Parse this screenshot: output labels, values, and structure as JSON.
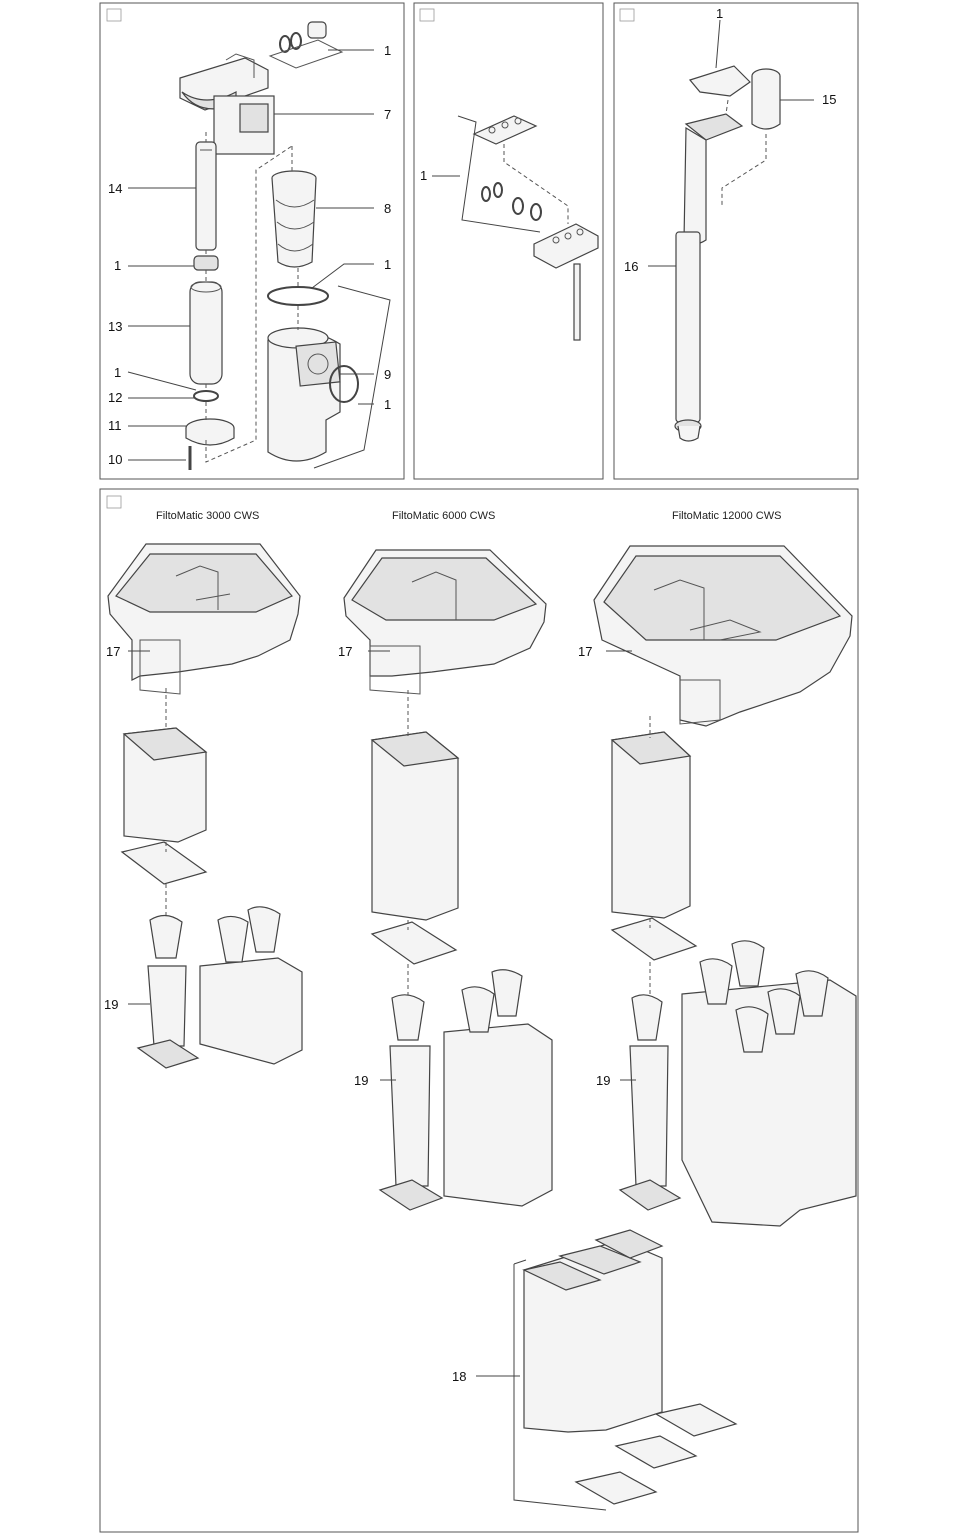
{
  "models": [
    {
      "title": "FiltoMatic 3000 CWS"
    },
    {
      "title": "FiltoMatic 6000 CWS"
    },
    {
      "title": "FiltoMatic 12000 CWS"
    }
  ],
  "panels": {
    "top_left": {
      "callouts": [
        "1",
        "7",
        "14",
        "8",
        "1",
        "1",
        "13",
        "9",
        "1",
        "12",
        "1",
        "11",
        "10"
      ]
    },
    "top_middle": {
      "callouts": [
        "1"
      ]
    },
    "top_right": {
      "callouts": [
        "1",
        "15",
        "16"
      ]
    },
    "bottom": {
      "callouts": [
        "17",
        "17",
        "17",
        "19",
        "19",
        "19",
        "18"
      ]
    }
  }
}
